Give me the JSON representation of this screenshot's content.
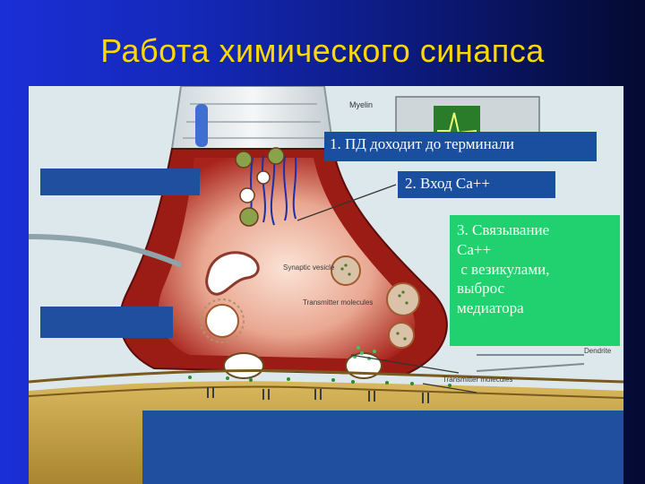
{
  "slide": {
    "title": "Работа химического синапса"
  },
  "labels": {
    "step1": "1. ПД доходит до терминали",
    "step2": "2. Вход Са++",
    "step3_lines": [
      "3. Связывание",
      "Са++",
      " с везикулами,",
      "выброс",
      "медиатора"
    ]
  },
  "figure_text": {
    "myelin": "Myelin",
    "synaptic_vesicle": "Synaptic vesicle",
    "transmitter_molecules": "Transmitter molecules",
    "transmitter_molecules_2": "Transmitter molecules",
    "dendrite": "Dendrite"
  },
  "colors": {
    "title": "#ffd800",
    "label_blue": "#1a4fa0",
    "label_green": "#21d06e",
    "terminal_red": "#9b1b15",
    "cleft_tan": "#c9a24a"
  }
}
